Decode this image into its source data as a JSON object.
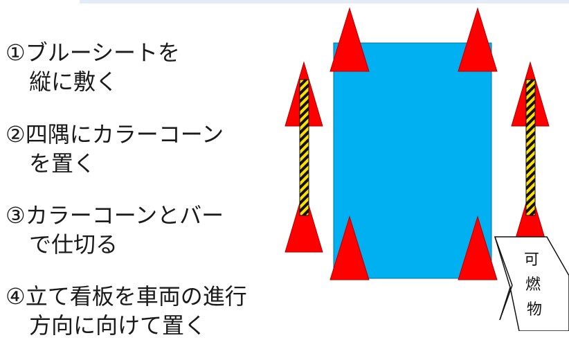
{
  "steps": [
    {
      "num": "①",
      "line1": "ブルーシートを",
      "line2": "縦に敷く"
    },
    {
      "num": "②",
      "line1": "四隅にカラーコーン",
      "line2": "を置く"
    },
    {
      "num": "③",
      "line1": "カラーコーンとバー",
      "line2": "で仕切る"
    },
    {
      "num": "④",
      "line1": "立て看板を車両の進行",
      "line2": "方向に向けて置く"
    }
  ],
  "sign": {
    "line1": "可",
    "line2": "燃",
    "line3": "物"
  },
  "colors": {
    "blue_sheet": "#00b0f0",
    "cone": "#ff0000",
    "bar_yellow": "#ffe000",
    "bar_black": "#111111",
    "top_rule": "#e3ebf6"
  }
}
